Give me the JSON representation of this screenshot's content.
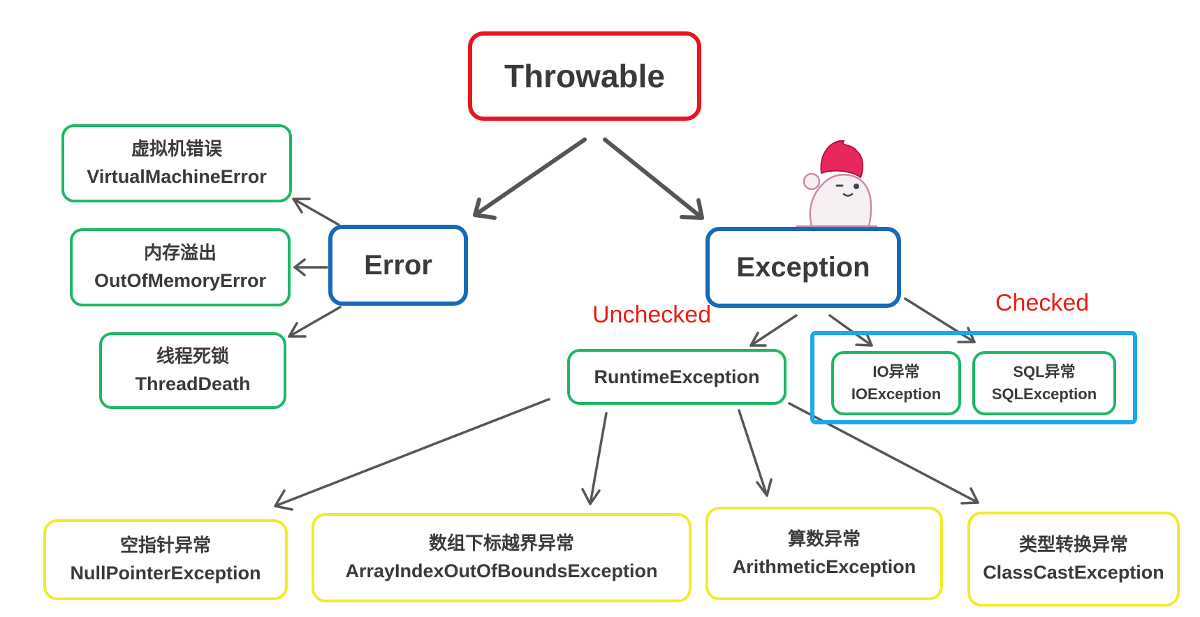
{
  "diagram": {
    "root": {
      "label": "Throwable"
    },
    "error": {
      "label": "Error",
      "children": [
        {
          "cn": "虚拟机错误",
          "en": "VirtualMachineError"
        },
        {
          "cn": "内存溢出",
          "en": "OutOfMemoryError"
        },
        {
          "cn": "线程死锁",
          "en": "ThreadDeath"
        }
      ]
    },
    "exception": {
      "label": "Exception"
    },
    "unchecked_label": "Unchecked",
    "checked_label": "Checked",
    "runtime": {
      "label": "RuntimeException"
    },
    "checked_items": [
      {
        "cn": "IO异常",
        "en": "IOException"
      },
      {
        "cn": "SQL异常",
        "en": "SQLException"
      }
    ],
    "runtime_children": [
      {
        "cn": "空指针异常",
        "en": "NullPointerException"
      },
      {
        "cn": "数组下标越界异常",
        "en": "ArrayIndexOutOfBoundsException"
      },
      {
        "cn": "算数异常",
        "en": "ArithmeticException"
      },
      {
        "cn": "类型转换异常",
        "en": "ClassCastException"
      }
    ]
  },
  "colors": {
    "root_border": "#e8141e",
    "primary_border": "#1769b8",
    "error_child_border": "#1eb765",
    "runtime_child_border": "#f3ea2a",
    "checked_group_border": "#1aa9ec",
    "tag_text": "#ee1b10",
    "arrow": "#555555"
  },
  "icons": {
    "mascot": "mascot-icon"
  }
}
